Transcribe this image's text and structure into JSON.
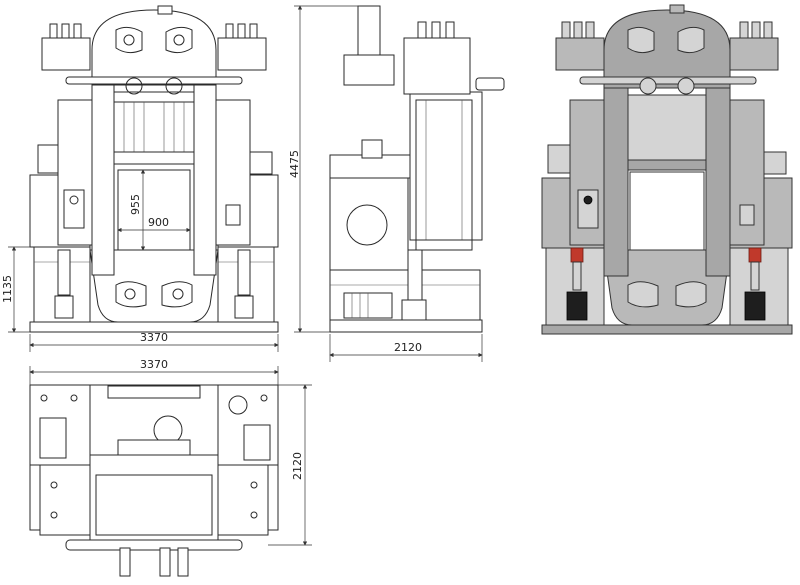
{
  "dimensions": {
    "front_width": "3370",
    "front_height_lower": "1135",
    "total_height": "4475",
    "daylight": "955",
    "platen_width": "900",
    "side_depth": "2120",
    "top_width": "3370",
    "top_depth": "2120"
  },
  "colors": {
    "line": "#2a2a2a",
    "shaded_body": "#b9b9b9",
    "shaded_dark": "#a7a7a7",
    "accent_red": "#c0392b"
  }
}
